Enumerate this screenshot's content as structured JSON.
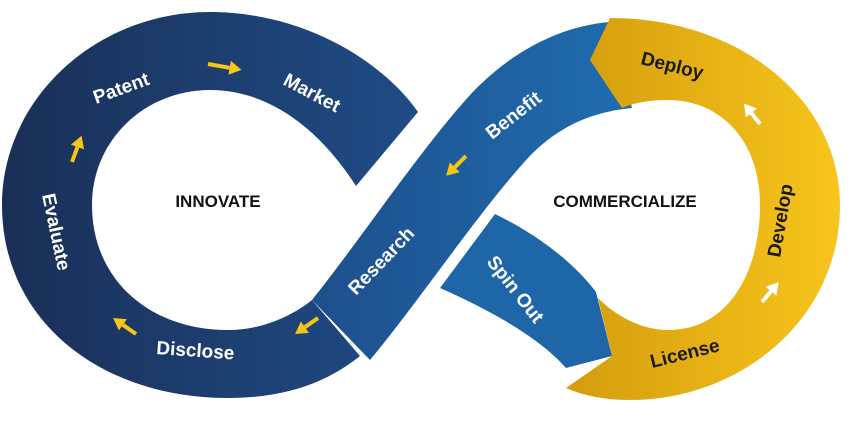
{
  "diagram": {
    "left_loop": {
      "center_label": "INNOVATE",
      "steps": [
        "Patent",
        "Market",
        "Evaluate",
        "Disclose"
      ]
    },
    "crossover": {
      "steps": [
        "Benefit",
        "Research",
        "Spin Out"
      ]
    },
    "right_loop": {
      "center_label": "COMMERCIALIZE",
      "steps": [
        "Deploy",
        "Develop",
        "License"
      ]
    },
    "colors": {
      "navy": "#1c3763",
      "blue": "#1e63a3",
      "gold": "#f2bd16",
      "gold_dark": "#d9a00e",
      "arrow_on_blue": "#f5c518",
      "arrow_on_gold": "#ffffff",
      "text_on_blue": "#ffffff",
      "text_on_gold": "#1a1a1a",
      "center_text": "#111111"
    }
  }
}
